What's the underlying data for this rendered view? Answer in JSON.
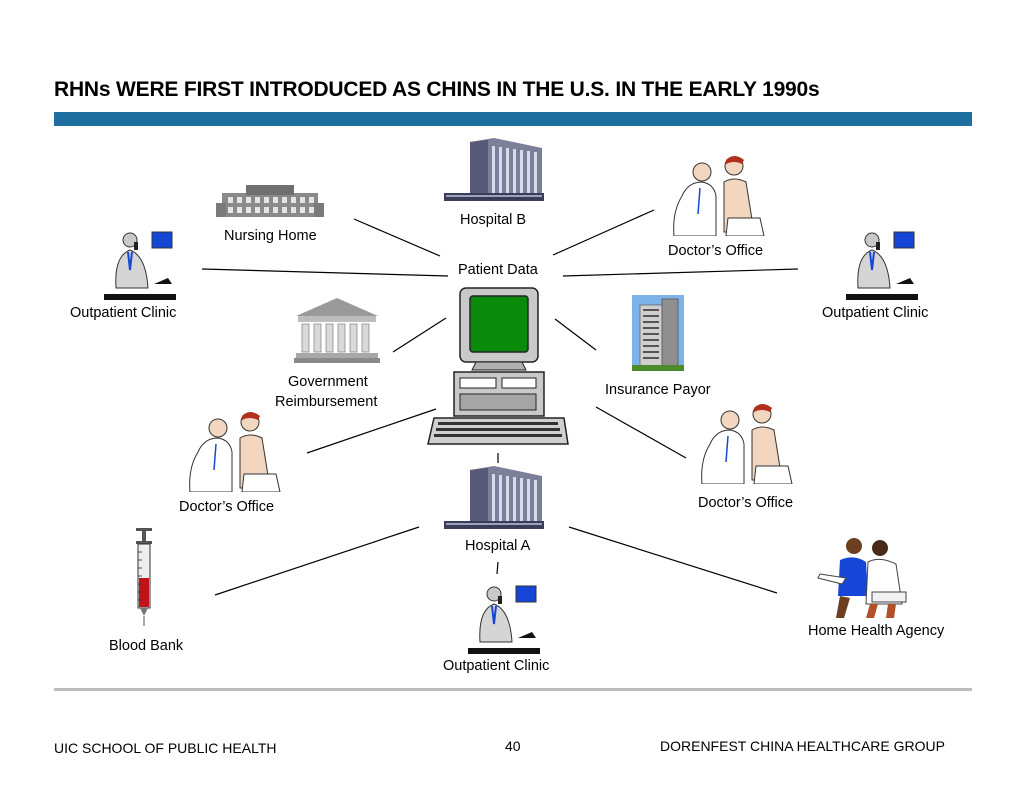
{
  "title": "RHNs WERE FIRST INTRODUCED AS CHINS IN THE U.S. IN THE EARLY 1990s",
  "center_label": "Patient Data",
  "nodes": {
    "hospital_b": "Hospital B",
    "nursing_home": "Nursing Home",
    "doctors_office_tr": "Doctor’s Office",
    "outpatient_left": "Outpatient Clinic",
    "outpatient_right": "Outpatient Clinic",
    "government_1": "Government",
    "government_2": "Reimbursement",
    "insurance": "Insurance Payor",
    "doctors_office_left": "Doctor’s Office",
    "doctors_office_right": "Doctor’s Office",
    "hospital_a": "Hospital A",
    "blood_bank": "Blood Bank",
    "home_health": "Home Health Agency",
    "outpatient_bottom": "Outpatient Clinic"
  },
  "footer": {
    "left": "UIC SCHOOL OF PUBLIC HEALTH",
    "page": "40",
    "right": "DORENFEST CHINA HEALTHCARE GROUP"
  },
  "colors": {
    "accent_bar": "#1f6ea0",
    "screen_green": "#0a8a0a",
    "clinic_blue": "#1646d8"
  }
}
